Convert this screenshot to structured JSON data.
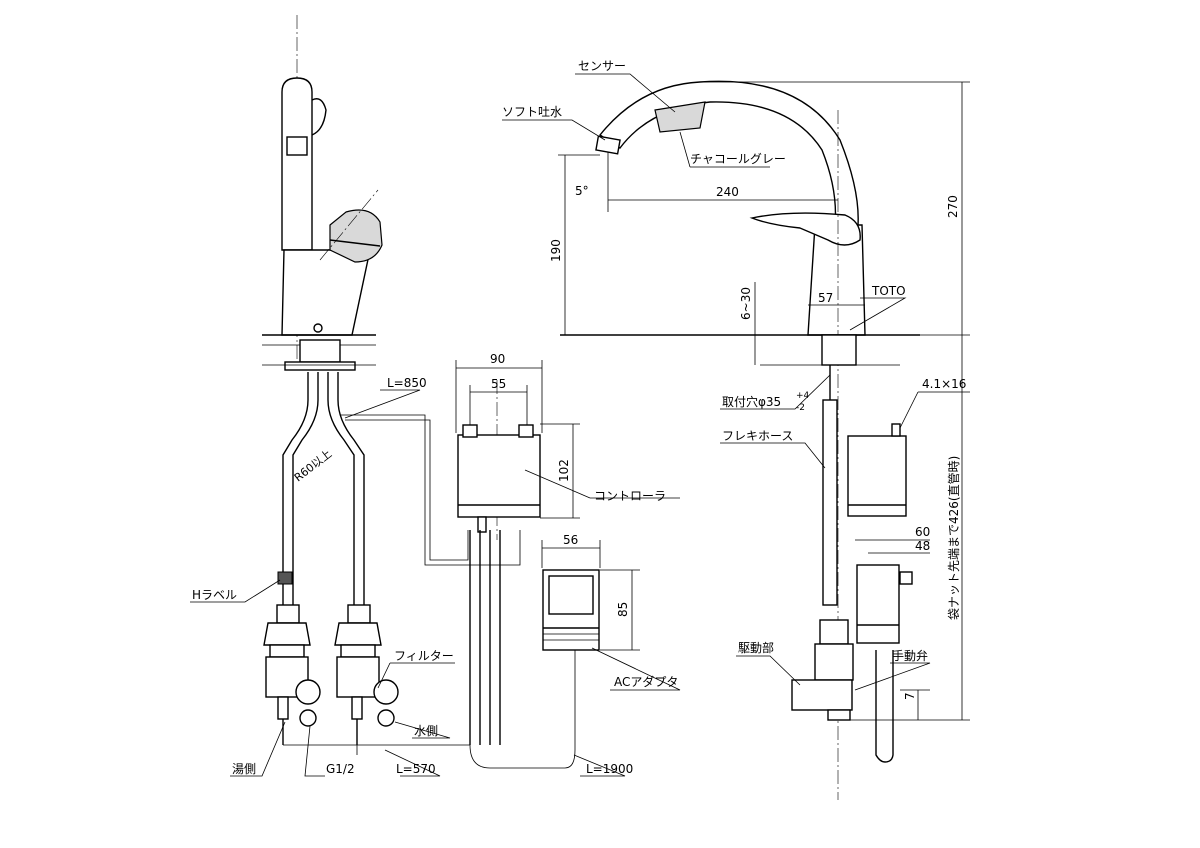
{
  "labels": {
    "sensor": "センサー",
    "soft_spout": "ソフト吐水",
    "charcoal_gray": "チャコールグレー",
    "toto": "TOTO",
    "mount_hole_prefix": "取付穴φ35",
    "mount_hole_tol_plus": "+4",
    "mount_hole_tol_minus": "-2",
    "flexible_hose": "フレキホース",
    "screw": "4.1×16",
    "controller": "コントローラ",
    "h_label": "Hラベル",
    "filter": "フィルター",
    "water_side": "水側",
    "hot_side": "湯側",
    "g12": "G1/2",
    "ac_adapter": "ACアダプタ",
    "drive_unit": "駆動部",
    "manual_valve": "手動弁",
    "bag_nut": "袋ナット先端まで426(直管時)",
    "r60": "R60以上"
  },
  "dimensions": {
    "angle": "5°",
    "spout_reach": "240",
    "height_190": "190",
    "height_270": "270",
    "base_width": "57",
    "counter_thickness": "6~30",
    "ctrl_width": "90",
    "ctrl_mount": "55",
    "ctrl_height": "102",
    "adapter_width": "56",
    "adapter_height": "85",
    "offset_60": "60",
    "offset_48": "48",
    "valve_7": "7",
    "len_850": "L=850",
    "len_570": "L=570",
    "len_1900": "L=1900"
  }
}
